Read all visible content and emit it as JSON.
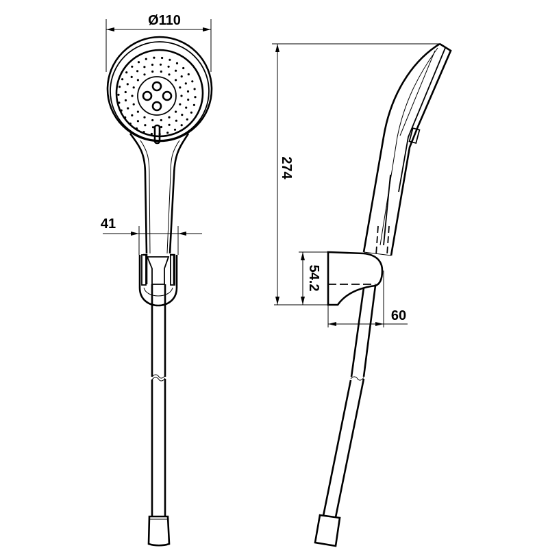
{
  "drawing": {
    "subject": "hand shower with hose and holder",
    "line_color": "#000000",
    "background": "#ffffff",
    "views": [
      {
        "name": "front-view",
        "description": "Front elevation of hand shower head, handle, wall holder and hose"
      },
      {
        "name": "side-view",
        "description": "Side elevation of hand shower in holder with hose"
      }
    ]
  },
  "dimensions": {
    "head_diameter": {
      "label": "Ø110",
      "value": 110,
      "unit": "mm"
    },
    "handle_width": {
      "label": "41",
      "value": 41,
      "unit": "mm"
    },
    "overall_height": {
      "label": "274",
      "value": 274,
      "unit": "mm"
    },
    "holder_height": {
      "label": "54.2",
      "value": 54.2,
      "unit": "mm"
    },
    "holder_depth": {
      "label": "60",
      "value": 60,
      "unit": "mm"
    }
  }
}
